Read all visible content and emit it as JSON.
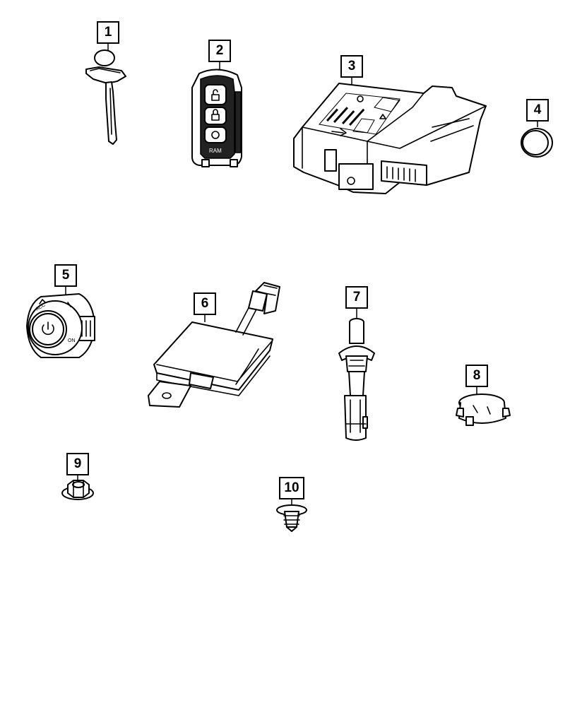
{
  "callouts": [
    {
      "label": "1",
      "part": "Key"
    },
    {
      "label": "2",
      "part": "Key fob"
    },
    {
      "label": "3",
      "part": "Control module"
    },
    {
      "label": "4",
      "part": "Battery"
    },
    {
      "label": "5",
      "part": "Ignition switch"
    },
    {
      "label": "6",
      "part": "Antenna module"
    },
    {
      "label": "7",
      "part": "Lock cylinder"
    },
    {
      "label": "8",
      "part": "Retainer"
    },
    {
      "label": "9",
      "part": "Nut"
    },
    {
      "label": "10",
      "part": "Push pin"
    }
  ]
}
